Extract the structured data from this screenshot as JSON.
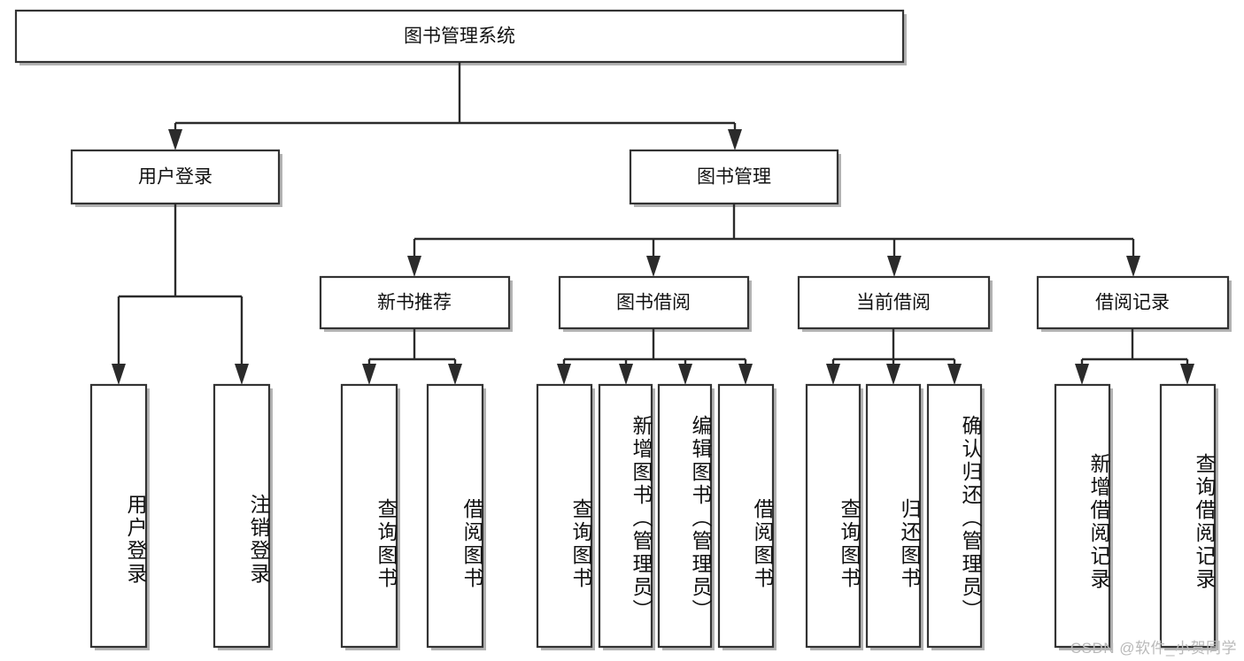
{
  "diagram": {
    "title": "图书管理系统",
    "watermark": "CSDN @软件_小贺同学",
    "colors": {
      "box_stroke": "#333333",
      "connector": "#2b2b2b",
      "text": "#111111",
      "background": "#ffffff",
      "watermark": "#b9b9b9"
    },
    "root": {
      "label": "图书管理系统",
      "orientation": "horizontal"
    },
    "level2": [
      {
        "label": "用户登录",
        "orientation": "horizontal"
      },
      {
        "label": "图书管理",
        "orientation": "horizontal"
      }
    ],
    "level3": [
      {
        "label": "新书推荐",
        "orientation": "horizontal",
        "parent": "图书管理"
      },
      {
        "label": "图书借阅",
        "orientation": "horizontal",
        "parent": "图书管理"
      },
      {
        "label": "当前借阅",
        "orientation": "horizontal",
        "parent": "图书管理"
      },
      {
        "label": "借阅记录",
        "orientation": "horizontal",
        "parent": "图书管理"
      }
    ],
    "leaves": [
      {
        "label": "用户登录",
        "orientation": "vertical",
        "parent": "用户登录"
      },
      {
        "label": "注销登录",
        "orientation": "vertical",
        "parent": "用户登录"
      },
      {
        "label": "查询图书",
        "orientation": "vertical",
        "parent": "新书推荐"
      },
      {
        "label": "借阅图书",
        "orientation": "vertical",
        "parent": "新书推荐"
      },
      {
        "label": "查询图书",
        "orientation": "vertical",
        "parent": "图书借阅"
      },
      {
        "label": "新增图书（管理员）",
        "orientation": "vertical",
        "parent": "图书借阅"
      },
      {
        "label": "编辑图书（管理员）",
        "orientation": "vertical",
        "parent": "图书借阅"
      },
      {
        "label": "借阅图书",
        "orientation": "vertical",
        "parent": "图书借阅"
      },
      {
        "label": "查询图书",
        "orientation": "vertical",
        "parent": "当前借阅"
      },
      {
        "label": "归还图书",
        "orientation": "vertical",
        "parent": "当前借阅"
      },
      {
        "label": "确认归还（管理员）",
        "orientation": "vertical",
        "parent": "当前借阅"
      },
      {
        "label": "新增借阅记录",
        "orientation": "vertical",
        "parent": "借阅记录"
      },
      {
        "label": "查询借阅记录",
        "orientation": "vertical",
        "parent": "借阅记录"
      }
    ]
  }
}
